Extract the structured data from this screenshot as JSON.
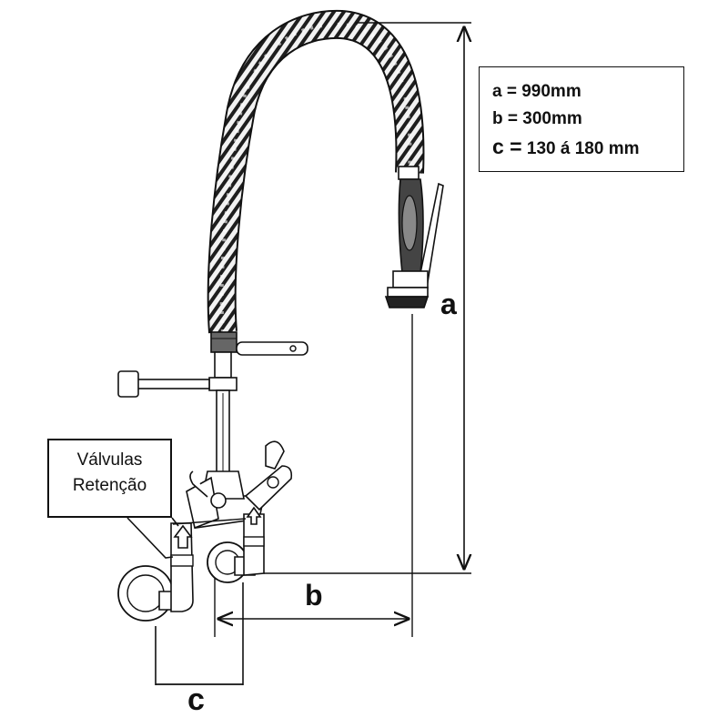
{
  "specs": {
    "a": "a = 990mm",
    "b": "b = 300mm",
    "c_key": "c =",
    "c_value": " 130 á 180 mm"
  },
  "callout": {
    "line1": "Válvulas",
    "line2": "Retenção"
  },
  "dimensions": {
    "a": "a",
    "b": "b",
    "c": "c"
  },
  "colors": {
    "line": "#111111",
    "shade": "#555555",
    "hose": "#2a2a2a"
  }
}
